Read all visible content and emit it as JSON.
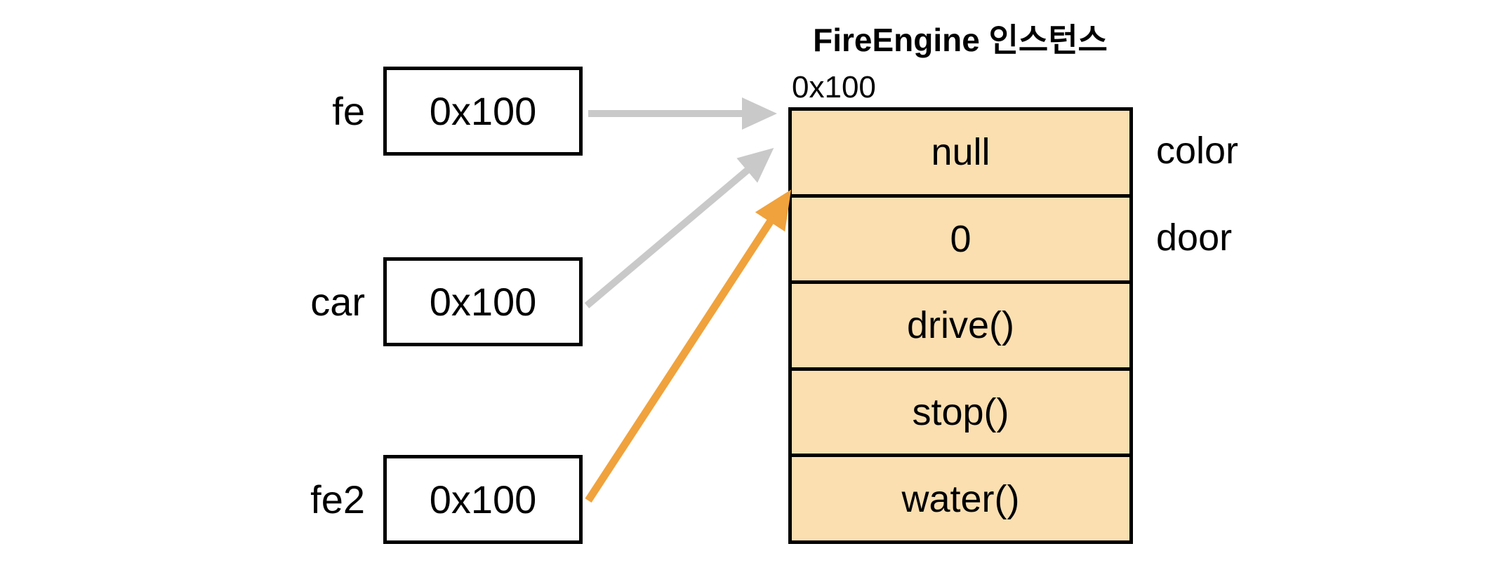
{
  "title": "FireEngine 인스턴스",
  "instance": {
    "address": "0x100",
    "rows": [
      {
        "value": "null",
        "field": "color"
      },
      {
        "value": "0",
        "field": "door"
      },
      {
        "value": "drive()",
        "field": ""
      },
      {
        "value": "stop()",
        "field": ""
      },
      {
        "value": "water()",
        "field": ""
      }
    ]
  },
  "variables": [
    {
      "name": "fe",
      "value": "0x100",
      "arrow_color": "gray"
    },
    {
      "name": "car",
      "value": "0x100",
      "arrow_color": "gray"
    },
    {
      "name": "fe2",
      "value": "0x100",
      "arrow_color": "orange"
    }
  ],
  "colors": {
    "background": "#FFFFFF",
    "text": "#000000",
    "border": "#000000",
    "cell_fill": "#FBDFB1",
    "arrow_gray": "#C9C9C9",
    "arrow_orange": "#F0A23C"
  }
}
